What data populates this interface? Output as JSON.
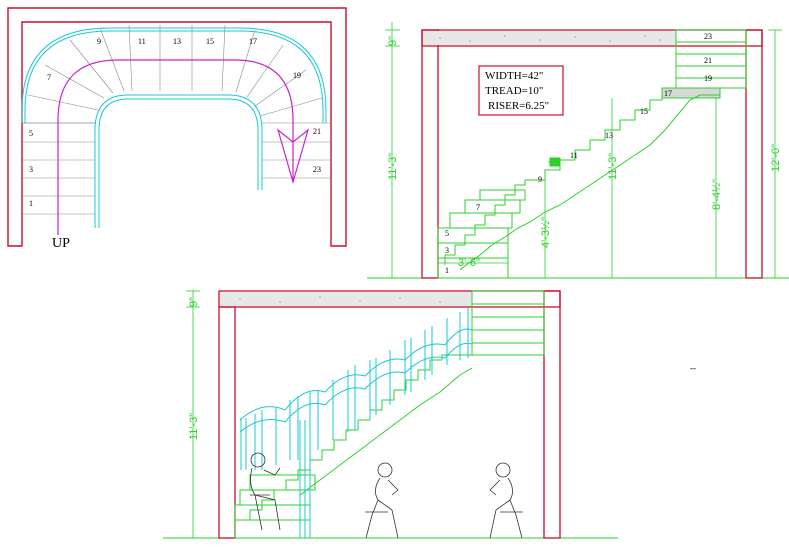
{
  "plan": {
    "up_label": "UP",
    "step_numbers": [
      {
        "n": "9"
      },
      {
        "n": "11"
      },
      {
        "n": "13"
      },
      {
        "n": "15"
      },
      {
        "n": "17"
      },
      {
        "n": "7"
      },
      {
        "n": "19"
      },
      {
        "n": "5"
      },
      {
        "n": "21"
      },
      {
        "n": "3"
      },
      {
        "n": "23"
      },
      {
        "n": "1"
      }
    ]
  },
  "note": {
    "width": "WIDTH=42\"",
    "tread": "TREAD=10\"",
    "riser": "RISER=6.25\""
  },
  "section1": {
    "dims": {
      "top": "9\"",
      "left_height": "11'-3\"",
      "mid_height": "11'-3\"",
      "right_total": "12'-0\"",
      "landing_low": "4'-3½\"",
      "landing_high": "8'-4½\"",
      "tread_run": "3'-6\""
    },
    "step_labels": [
      "1",
      "3",
      "5",
      "7",
      "9",
      "11",
      "13",
      "15",
      "17",
      "19",
      "21",
      "23"
    ]
  },
  "section2": {
    "dims": {
      "top": "9\"",
      "left_height": "11'-3\""
    }
  },
  "stray_mark": "--"
}
